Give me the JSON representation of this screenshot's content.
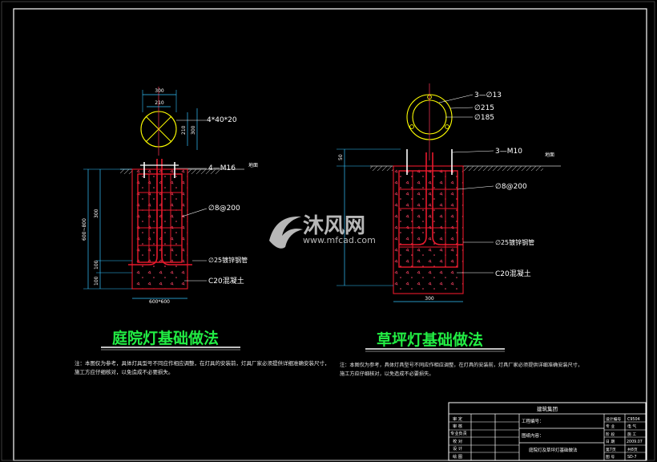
{
  "left_detail": {
    "dims": {
      "top_width": "300",
      "inner_width": "210",
      "side_a": "210",
      "side_b": "300",
      "height_total": "600~800",
      "mid": "300",
      "lower": "100",
      "bottom": "100",
      "base_width": "600*600"
    },
    "labels": {
      "plate": "4*40*20",
      "bolt": "4—M16",
      "ground": "地面",
      "rebar": "∅8@200",
      "pipe": "∅25镀锌钢管",
      "concrete": "C20混凝土"
    },
    "title": "庭院灯基础做法",
    "note_line1": "注：本图仅为参考，具体灯具型号不同应作相应调整，在灯具的安装前，灯具厂家必须提供详细准确安装尺寸，",
    "note_line2": "施工方应仔细核对，以免造成不必要损失。"
  },
  "right_detail": {
    "dims": {
      "top": "50",
      "base_width": "300"
    },
    "labels": {
      "holes": "3—∅13",
      "d_outer": "∅215",
      "d_inner": "∅185",
      "bolt": "3—M10",
      "ground": "地面",
      "rebar": "∅8@200",
      "pipe": "∅25镀锌钢管",
      "concrete": "C20混凝土"
    },
    "title": "草坪灯基础做法",
    "note_line1": "注：本图仅为参考，具体灯具型号不同应作相应调整，在灯具的安装前，灯具厂家必须提供详细准确安装尺寸，",
    "note_line2": "施工方应仔细核对，以免造成不必要损失。"
  },
  "watermark": {
    "brand": "沐风网",
    "url": "www.mfcad.com"
  },
  "title_block": {
    "company": "建筑集团",
    "project_label": "工程编号：",
    "drawing_label": "图纸内容：",
    "drawing_name": "庭院灯及草坪灯基础做法",
    "left_rows": [
      "审  定",
      "审  核",
      "专业负责",
      "校  对",
      "设  计",
      "绘  图"
    ],
    "right_rows": [
      {
        "k": "设计编号",
        "v": "C9504"
      },
      {
        "k": "专  业",
        "v": "电  气"
      },
      {
        "k": "阶  段",
        "v": "施  工"
      },
      {
        "k": "日  期",
        "v": "2009.07"
      },
      {
        "k": "第7页",
        "v": "共8页"
      },
      {
        "k": "图  号",
        "v": "SD-7"
      }
    ]
  },
  "colors": {
    "frame": "#ffffff",
    "red": "#e8192c",
    "green": "#22ee44",
    "yellow": "#ffff00",
    "cyan": "#33c4ff",
    "gray": "#c0c0c0"
  }
}
